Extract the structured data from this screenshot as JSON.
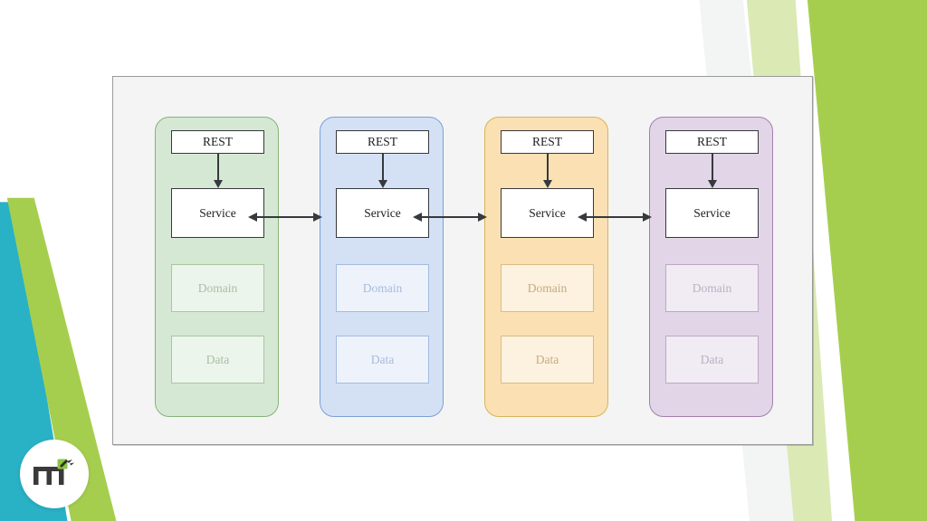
{
  "slide": {
    "background_color": "#ffffff",
    "decorations": [
      {
        "name": "teal-wedge",
        "color": "#29b1c6",
        "position": "bottom-left"
      },
      {
        "name": "green-wedge",
        "color": "#a6ce4e",
        "position": "bottom-left"
      },
      {
        "name": "green-wedge-dark",
        "color": "#a6ce4e",
        "position": "top-right"
      },
      {
        "name": "green-wedge-light",
        "color": "#dbe9b4",
        "position": "top-right"
      },
      {
        "name": "grey-wedge",
        "color": "#f3f4f4",
        "position": "top-right"
      }
    ]
  },
  "logo": {
    "name": "mi-logo",
    "mark_color": "#3a3a3a",
    "accent_color": "#8cc63f",
    "badge_color": "#ffffff"
  },
  "diagram": {
    "frame": {
      "background": "#f4f4f4",
      "border_color": "#9a9a9a"
    },
    "arrows": {
      "vertical_label": "rest-to-service",
      "horizontal_label": "service-to-service",
      "color": "#36393d",
      "direction": "bidirectional"
    },
    "columns": [
      {
        "id": "service-a",
        "fill": "#d5e8d4",
        "stroke": "#86b379",
        "boxes": {
          "rest": "REST",
          "service": "Service",
          "domain": "Domain",
          "data": "Data"
        }
      },
      {
        "id": "service-b",
        "fill": "#d4e1f5",
        "stroke": "#7aa0d4",
        "boxes": {
          "rest": "REST",
          "service": "Service",
          "domain": "Domain",
          "data": "Data"
        }
      },
      {
        "id": "service-c",
        "fill": "#fbe0b3",
        "stroke": "#d6b656",
        "boxes": {
          "rest": "REST",
          "service": "Service",
          "domain": "Domain",
          "data": "Data"
        }
      },
      {
        "id": "service-d",
        "fill": "#e1d5e7",
        "stroke": "#a47fb0",
        "boxes": {
          "rest": "REST",
          "service": "Service",
          "domain": "Domain",
          "data": "Data"
        }
      }
    ]
  }
}
